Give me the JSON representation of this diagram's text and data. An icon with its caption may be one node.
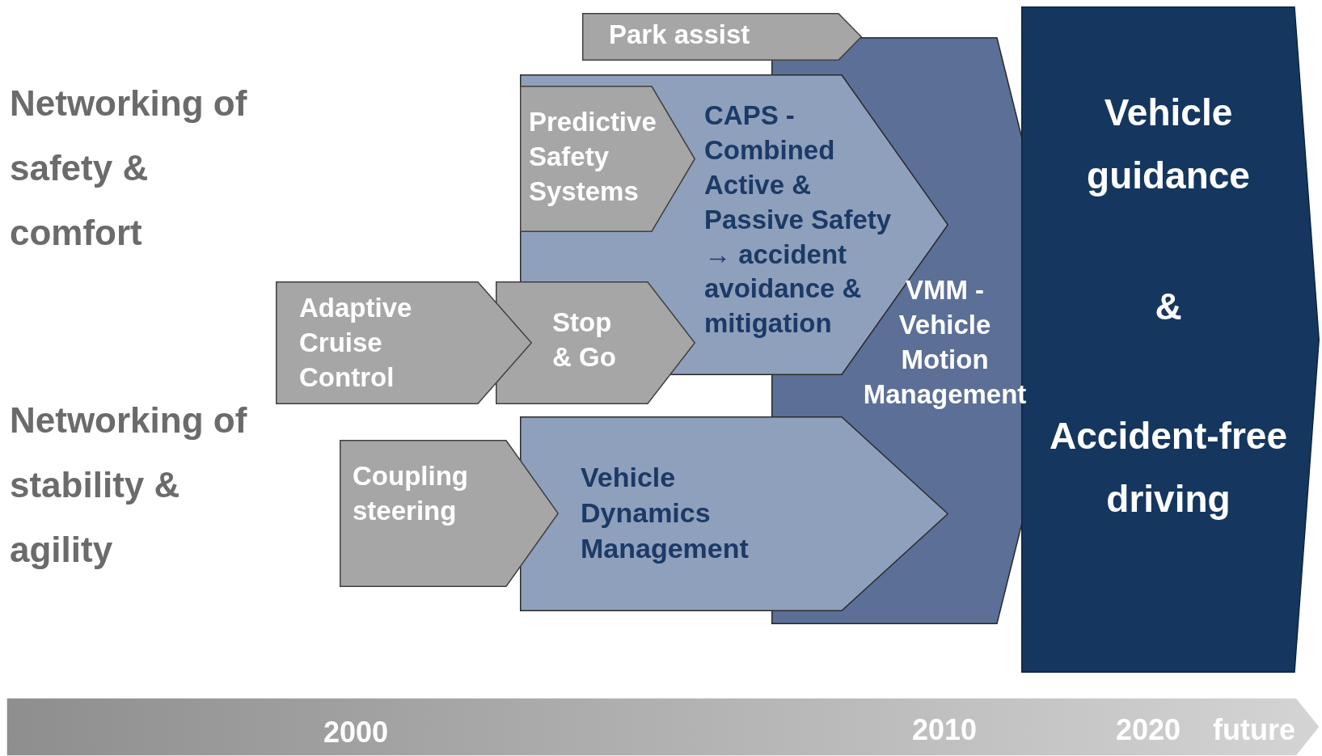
{
  "diagram": {
    "nodes": [
      {
        "text": [
          "Park assist"
        ]
      },
      {
        "text": [
          "VMM - Vehicle Motion Management"
        ]
      },
      {
        "text": [
          "CAPS - Combined Active & Passive Safety → accident avoidance & mitigation"
        ]
      },
      {
        "text": [
          "Predictive Safety Systems"
        ],
        "in": 2
      },
      {
        "text": [
          "Adaptive Cruise Control"
        ]
      },
      {
        "text": [
          "Stop & Go"
        ]
      },
      {
        "text": [
          "Vehicle Dynamics Management"
        ]
      },
      {
        "text": [
          "Coupling steering"
        ]
      },
      {
        "text": [
          "Vehicle guidance",
          "&",
          "Accident-free driving"
        ]
      },
      {
        "text": [
          "2000",
          "2010",
          "2020",
          "future"
        ]
      }
    ],
    "labels": [
      "Networking of safety & comfort",
      "Networking of stability & agility"
    ]
  }
}
